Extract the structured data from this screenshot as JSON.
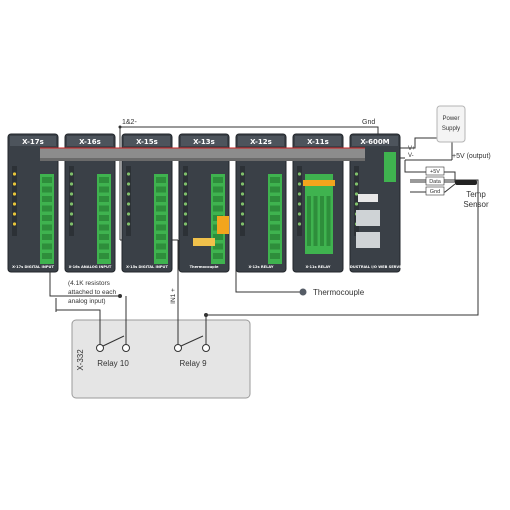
{
  "wires": {
    "top_left": "1&2-",
    "top_right": "Gnd",
    "vplus": "V+",
    "vminus": "V-",
    "plus5v": "+5V (output)"
  },
  "power_supply": {
    "line1": "Power",
    "line2": "Supply"
  },
  "sensor": {
    "pins": [
      "+5V",
      "Data",
      "Gnd"
    ],
    "name_line1": "Temp",
    "name_line2": "Sensor"
  },
  "modules": [
    {
      "name": "X-17s",
      "caption": "X-17s DIGITAL INPUT"
    },
    {
      "name": "X-16s",
      "caption": "X-16s ANALOG INPUT"
    },
    {
      "name": "X-15s",
      "caption": "X-15s DIGITAL INPUT"
    },
    {
      "name": "X-13s",
      "caption": "Thermocouple"
    },
    {
      "name": "X-12s",
      "caption": "X-12s RELAY"
    },
    {
      "name": "X-11s",
      "caption": "X-11s RELAY"
    },
    {
      "name": "X-600M",
      "caption": "INDUSTRIAL I/O WEB SERVER"
    }
  ],
  "notes": {
    "resistor": [
      "(4.1K resistors",
      "attached to each",
      "analog input)"
    ],
    "in1": "IN1 +",
    "thermocouple": "Thermocouple"
  },
  "relay_box": {
    "label": "X-332",
    "relay_a": "Relay 10",
    "relay_b": "Relay 9"
  },
  "colors": {
    "module_body": "#3a4047",
    "terminal_green": "#3fb34f",
    "bus_gray": "#8c8c8c",
    "connector_orange": "#f2a51d",
    "box_fill": "#e5e5e5",
    "red_wire": "#cc2222"
  }
}
